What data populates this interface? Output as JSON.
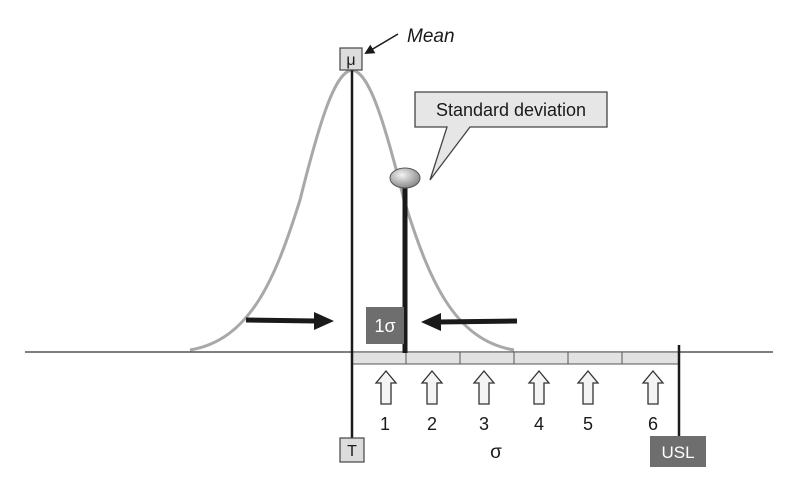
{
  "labels": {
    "mean": "Mean",
    "mu": "μ",
    "standard_deviation": "Standard deviation",
    "one_sigma": "1σ",
    "target": "T",
    "usl": "USL",
    "sigma": "σ"
  },
  "sigma_steps": [
    "1",
    "2",
    "3",
    "4",
    "5",
    "6"
  ],
  "colors": {
    "curve": "#a8a8a8",
    "line": "#1a1a1a",
    "box_fill": "#dcdcdc",
    "dark_box_fill": "#6e6e6e",
    "segment_fill": "#e2e2e2"
  }
}
